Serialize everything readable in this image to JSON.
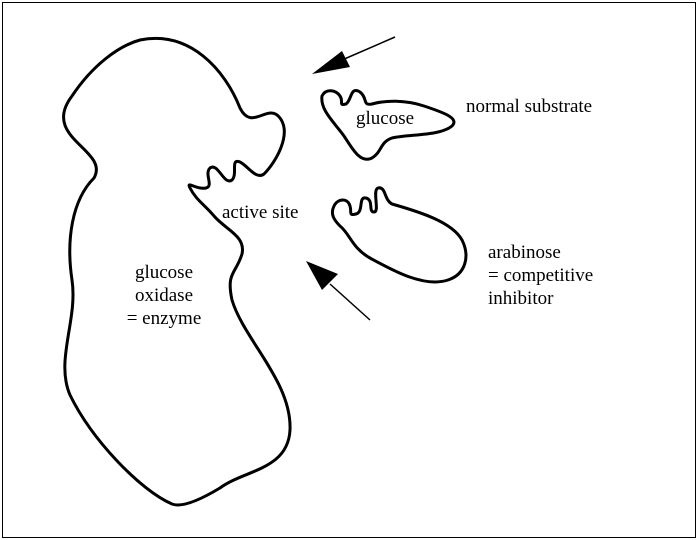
{
  "labels": {
    "glucose": "glucose",
    "normal_substrate": "normal substrate",
    "active_site": "active site",
    "enzyme": [
      "glucose",
      "oxidase",
      "= enzyme"
    ],
    "inhibitor": [
      "arabinose",
      "= competitive",
      "inhibitor"
    ]
  },
  "colors": {
    "stroke": "#000000",
    "background": "#ffffff"
  },
  "icons": [
    "arrow-icon"
  ]
}
